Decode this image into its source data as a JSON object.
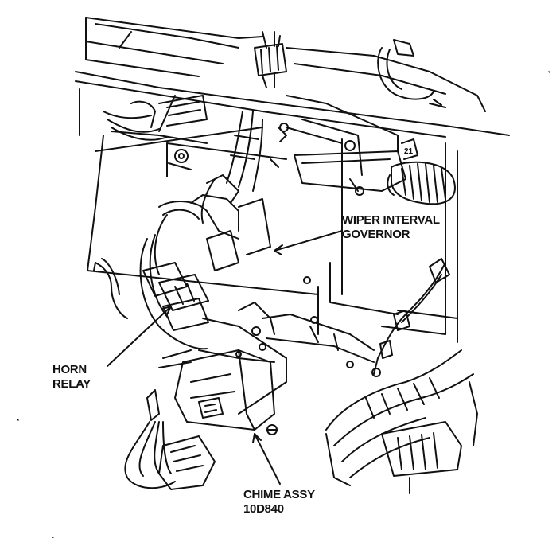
{
  "labels": {
    "wiper_interval_governor": [
      "WIPER INTERVAL",
      "GOVERNOR"
    ],
    "horn_relay": [
      "HORN",
      "RELAY"
    ],
    "chime_assy": [
      "CHIME ASSY",
      "10D840"
    ]
  },
  "colors": {
    "ink": "#111111",
    "paper": "#ffffff"
  }
}
